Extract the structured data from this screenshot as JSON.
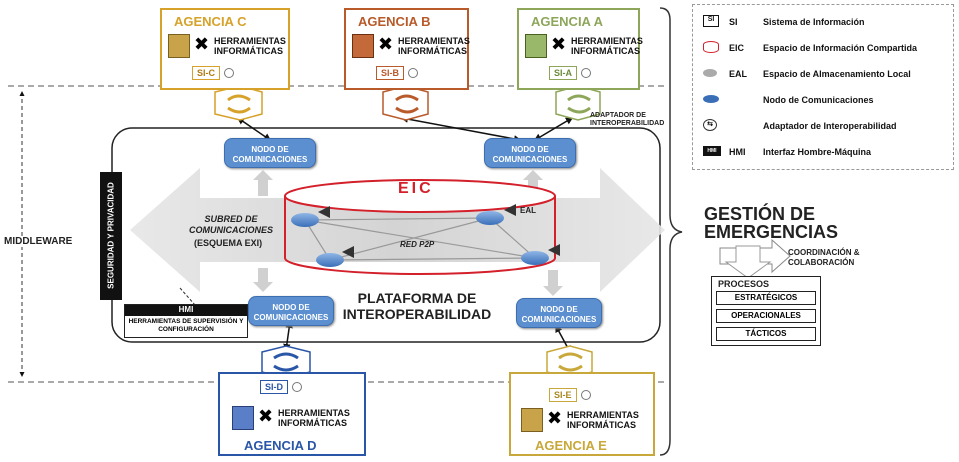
{
  "agencies": {
    "a": {
      "title": "AGENCIA A",
      "tools": "HERRAMIENTAS INFORMÁTICAS",
      "si": "SI-A",
      "color": "#8ea65a"
    },
    "b": {
      "title": "AGENCIA B",
      "tools": "HERRAMIENTAS INFORMÁTICAS",
      "si": "SI-B",
      "color": "#b85a2a"
    },
    "c": {
      "title": "AGENCIA C",
      "tools": "HERRAMIENTAS INFORMÁTICAS",
      "si": "SI-C",
      "color": "#d6a22a"
    },
    "d": {
      "title": "AGENCIA D",
      "tools": "HERRAMIENTAS INFORMÁTICAS",
      "si": "SI-D",
      "color": "#2a56a8"
    },
    "e": {
      "title": "AGENCIA E",
      "tools": "HERRAMIENTAS INFORMÁTICAS",
      "si": "SI-E",
      "color": "#c8a83a"
    }
  },
  "nodes": {
    "label": "NODO DE COMUNICACIONES"
  },
  "center": {
    "eic": "EIC",
    "eal": "EAL",
    "red_p2p": "RED P2P",
    "subred": "SUBRED DE COMUNICACIONES",
    "esquema": "(ESQUEMA EXI)",
    "plataforma": "PLATAFORMA DE INTEROPERABILIDAD",
    "adaptador": "ADAPTADOR DE INTEROPERABILIDAD",
    "middleware": "MIDDLEWARE",
    "seguridad": "SEGURIDAD Y PRIVACIDAD",
    "hmi": "HMI",
    "hmi_desc": "HERRAMIENTAS DE SUPERVISIÓN Y CONFIGURACIÓN"
  },
  "legend": [
    {
      "abbr": "SI",
      "text": "Sistema de Información",
      "icon": "si-box-icon"
    },
    {
      "abbr": "EIC",
      "text": "Espacio de Información Compartida",
      "icon": "cylinder-red-icon"
    },
    {
      "abbr": "EAL",
      "text": "Espacio de Almacenamiento Local",
      "icon": "disk-gray-icon"
    },
    {
      "abbr": "",
      "text": "Nodo de Comunicaciones",
      "icon": "node-blue-icon"
    },
    {
      "abbr": "",
      "text": "Adaptador de Interoperabilidad",
      "icon": "adapter-icon"
    },
    {
      "abbr": "HMI",
      "text": "Interfaz Hombre-Máquina",
      "icon": "hmi-icon"
    }
  ],
  "gestion": {
    "title_1": "GESTIÓN DE",
    "title_2": "EMERGENCIAS",
    "coord_1": "COORDINACIÓN &",
    "coord_2": "COLABORACIÓN",
    "procesos": "PROCESOS",
    "items": [
      "ESTRATÉGICOS",
      "OPERACIONALES",
      "TÁCTICOS"
    ]
  }
}
